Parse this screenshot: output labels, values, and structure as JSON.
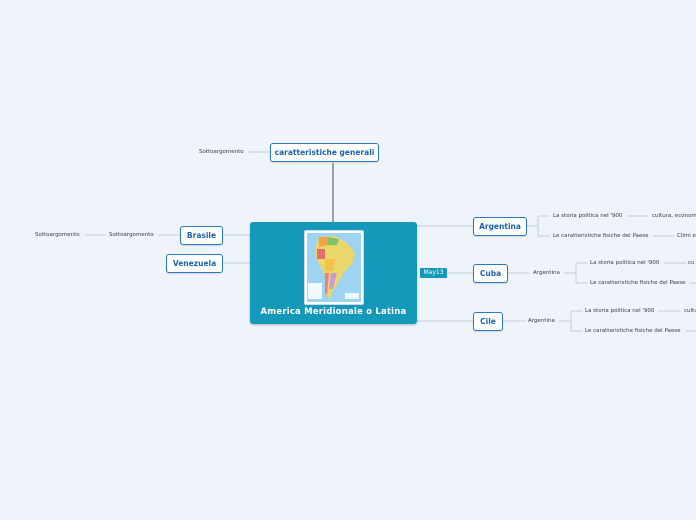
{
  "central": {
    "title": "America Meridionale o Latina"
  },
  "tag": "May13",
  "topic_top": {
    "label": "caratteristiche generali",
    "sub": "Sottoargomento"
  },
  "brasile": {
    "label": "Brasile",
    "sub1": "Sottoargomento",
    "sub2": "Sottoargomento"
  },
  "venezuela": {
    "label": "Venezuela"
  },
  "argentina": {
    "label": "Argentina",
    "children": [
      {
        "label": "La storia politica nel '900",
        "child": "cultura, econom"
      },
      {
        "label": "Le caratteristiche fisiche del Paese",
        "child": "Climi e"
      }
    ]
  },
  "cuba": {
    "label": "Cuba",
    "sub": "Argentina",
    "children": [
      {
        "label": "La storia politica nel '900",
        "child": "cu"
      },
      {
        "label": "Le caratteristiche fisiche del Paese"
      }
    ]
  },
  "cile": {
    "label": "Cile",
    "sub": "Argentina",
    "children": [
      {
        "label": "La storia politica nel '900",
        "child": "cultu"
      },
      {
        "label": "Le caratteristiche fisiche del Paese"
      }
    ]
  },
  "colors": {
    "central": "#1599ba",
    "node_border": "#2a79c4",
    "node_text": "#1a63ad",
    "background": "#eef3fc"
  }
}
